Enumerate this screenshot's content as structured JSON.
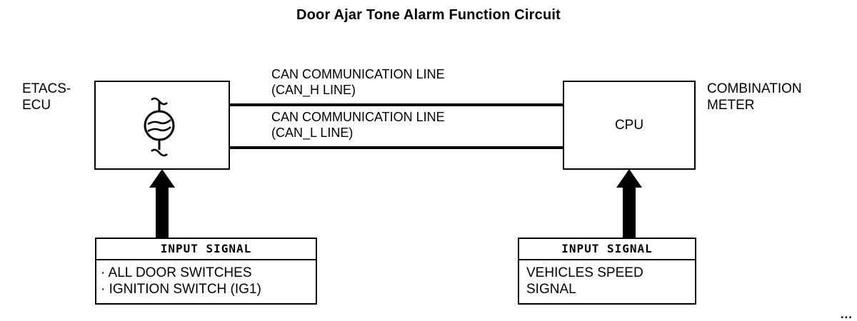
{
  "diagram": {
    "title": "Door Ajar Tone Alarm Function Circuit",
    "corner_mark": "...",
    "labels": {
      "etacs_ecu": "ETACS-\nECU",
      "combination_meter": "COMBINATION\nMETER"
    },
    "blocks": {
      "ecu": {
        "name": "ETACS-ECU",
        "symbol": "tone-generator-symbol"
      },
      "cpu": {
        "text": "CPU"
      }
    },
    "connections": [
      {
        "id": "can-h",
        "label": "CAN COMMUNICATION LINE\n(CAN_H LINE)",
        "from": "ETACS-ECU",
        "to": "CPU"
      },
      {
        "id": "can-l",
        "label": "CAN COMMUNICATION LINE\n(CAN_L LINE)",
        "from": "ETACS-ECU",
        "to": "CPU"
      }
    ],
    "input_signals": [
      {
        "id": "left",
        "header": "INPUT SIGNAL",
        "body": "· ALL DOOR SWITCHES\n· IGNITION SWITCH (IG1)",
        "target": "ETACS-ECU"
      },
      {
        "id": "right",
        "header": "INPUT SIGNAL",
        "body": "VEHICLES SPEED\nSIGNAL",
        "target": "CPU"
      }
    ],
    "colors": {
      "ink": "#000000",
      "paper": "#ffffff"
    }
  }
}
